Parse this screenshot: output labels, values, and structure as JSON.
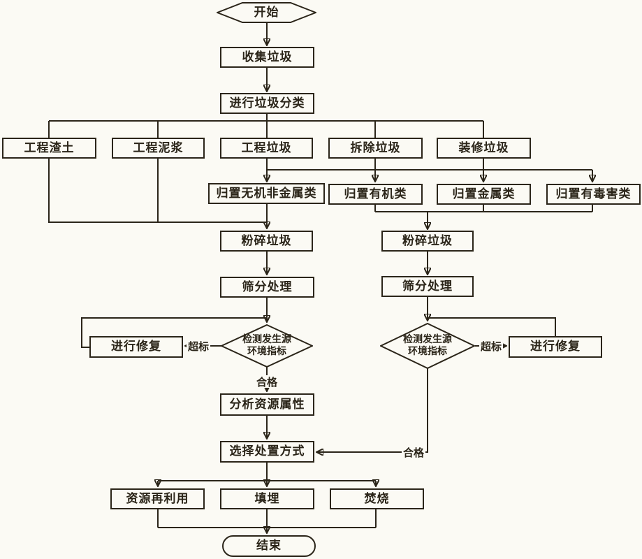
{
  "diagram": {
    "type": "flowchart",
    "language": "zh-CN",
    "colors": {
      "line": "#2b2519",
      "background": "#fbfaf4"
    },
    "nodes": {
      "start": {
        "label": "开始",
        "shape": "hexagon"
      },
      "collect": {
        "label": "收集垃圾",
        "shape": "rect"
      },
      "classify": {
        "label": "进行垃圾分类",
        "shape": "rect"
      },
      "slag": {
        "label": "工程渣土",
        "shape": "rect"
      },
      "mud": {
        "label": "工程泥浆",
        "shape": "rect"
      },
      "construction": {
        "label": "工程垃圾",
        "shape": "rect"
      },
      "demolition": {
        "label": "拆除垃圾",
        "shape": "rect"
      },
      "decoration": {
        "label": "装修垃圾",
        "shape": "rect"
      },
      "sort_inorganic": {
        "label": "归置无机非金属类",
        "shape": "rect"
      },
      "sort_organic": {
        "label": "归置有机类",
        "shape": "rect"
      },
      "sort_metal": {
        "label": "归置金属类",
        "shape": "rect"
      },
      "sort_toxic": {
        "label": "归置有毒害类",
        "shape": "rect"
      },
      "crush_left": {
        "label": "粉碎垃圾",
        "shape": "rect"
      },
      "crush_right": {
        "label": "粉碎垃圾",
        "shape": "rect"
      },
      "screen_left": {
        "label": "筛分处理",
        "shape": "rect"
      },
      "screen_right": {
        "label": "筛分处理",
        "shape": "rect"
      },
      "check_left": {
        "label": "检测发生源\n环境指标",
        "shape": "diamond"
      },
      "check_right": {
        "label": "检测发生源\n环境指标",
        "shape": "diamond"
      },
      "repair_left": {
        "label": "进行修复",
        "shape": "rect"
      },
      "repair_right": {
        "label": "进行修复",
        "shape": "rect"
      },
      "analyze": {
        "label": "分析资源属性",
        "shape": "rect"
      },
      "choose": {
        "label": "选择处置方式",
        "shape": "rect"
      },
      "reuse": {
        "label": "资源再利用",
        "shape": "rect"
      },
      "landfill": {
        "label": "填埋",
        "shape": "rect"
      },
      "burn": {
        "label": "焚烧",
        "shape": "rect"
      },
      "end": {
        "label": "结束",
        "shape": "stadium"
      }
    },
    "edge_labels": {
      "exceed_left": "超标",
      "exceed_right": "超标",
      "pass_left": "合格",
      "pass_right": "合格"
    }
  }
}
